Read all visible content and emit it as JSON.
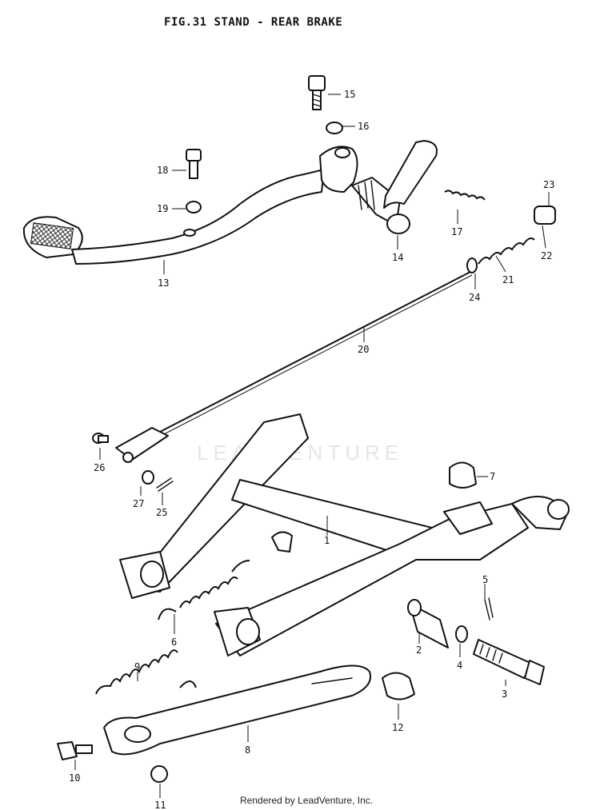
{
  "header": {
    "title": "FIG.31   STAND - REAR BRAKE"
  },
  "footer": {
    "text": "Rendered by LeadVenture, Inc."
  },
  "watermark": {
    "text": "LEADVENTURE"
  },
  "callouts": {
    "c1": "1",
    "c2": "2",
    "c3": "3",
    "c4": "4",
    "c5": "5",
    "c6": "6",
    "c7": "7",
    "c8": "8",
    "c9": "9",
    "c10": "10",
    "c11": "11",
    "c12": "12",
    "c13": "13",
    "c14": "14",
    "c15": "15",
    "c16": "16",
    "c17": "17",
    "c18": "18",
    "c19": "19",
    "c20": "20",
    "c21": "21",
    "c22": "22",
    "c23": "23",
    "c24": "24",
    "c25": "25",
    "c26": "26",
    "c27": "27"
  }
}
